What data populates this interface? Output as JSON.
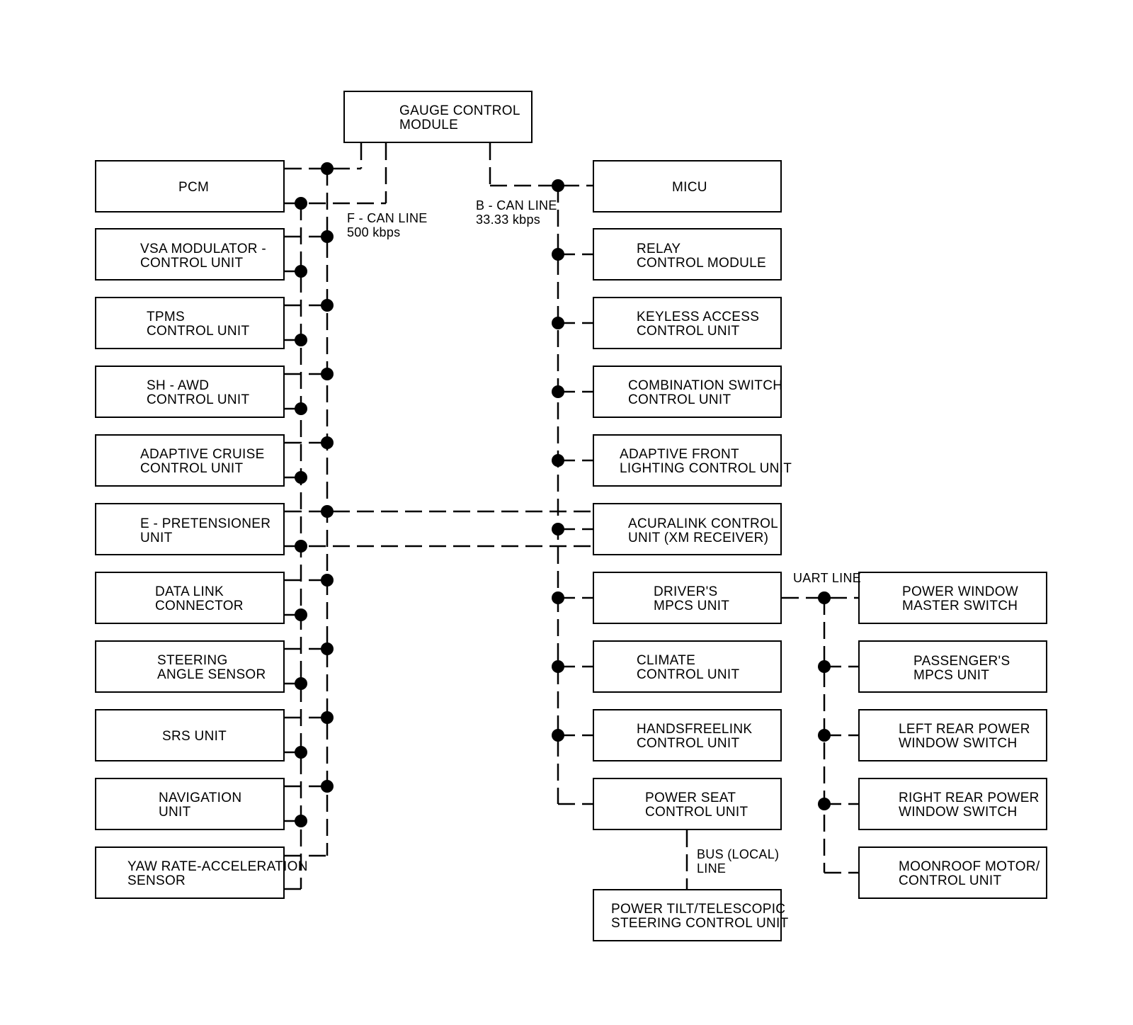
{
  "diagram": {
    "modules": {
      "gauge": "GAUGE CONTROL\nMODULE",
      "pcm": "PCM",
      "vsa": "VSA MODULATOR -\nCONTROL UNIT",
      "tpms": "TPMS\nCONTROL UNIT",
      "shawd": "SH - AWD\nCONTROL UNIT",
      "acc": "ADAPTIVE CRUISE\nCONTROL UNIT",
      "epre": "E - PRETENSIONER\nUNIT",
      "dlc": "DATA LINK\nCONNECTOR",
      "sas": "STEERING\nANGLE SENSOR",
      "srs": "SRS UNIT",
      "nav": "NAVIGATION\nUNIT",
      "yaw": "YAW RATE-ACCELERATION\nSENSOR",
      "micu": "MICU",
      "relay": "RELAY\nCONTROL MODULE",
      "keyless": "KEYLESS ACCESS\nCONTROL UNIT",
      "combo": "COMBINATION SWITCH\nCONTROL UNIT",
      "afl": "ADAPTIVE FRONT\nLIGHTING CONTROL UNIT",
      "acuralink": "ACURALINK CONTROL\nUNIT (XM RECEIVER)",
      "drivers": "DRIVER'S\nMPCS UNIT",
      "climate": "CLIMATE\nCONTROL UNIT",
      "hfl": "HANDSFREELINK\nCONTROL UNIT",
      "seat": "POWER SEAT\nCONTROL UNIT",
      "tilt": "POWER TILT/TELESCOPIC\nSTEERING CONTROL UNIT",
      "pwms": "POWER WINDOW\nMASTER SWITCH",
      "passengers": "PASSENGER'S\nMPCS UNIT",
      "lrpws": "LEFT REAR POWER\nWINDOW SWITCH",
      "rrpws": "RIGHT REAR POWER\nWINDOW SWITCH",
      "moonroof": "MOONROOF MOTOR/\nCONTROL UNIT"
    },
    "bus_labels": {
      "fcan": "F - CAN LINE\n500 kbps",
      "bcan": "B - CAN LINE\n33.33 kbps",
      "uart": "UART LINE",
      "local": "BUS (LOCAL)\nLINE"
    }
  }
}
